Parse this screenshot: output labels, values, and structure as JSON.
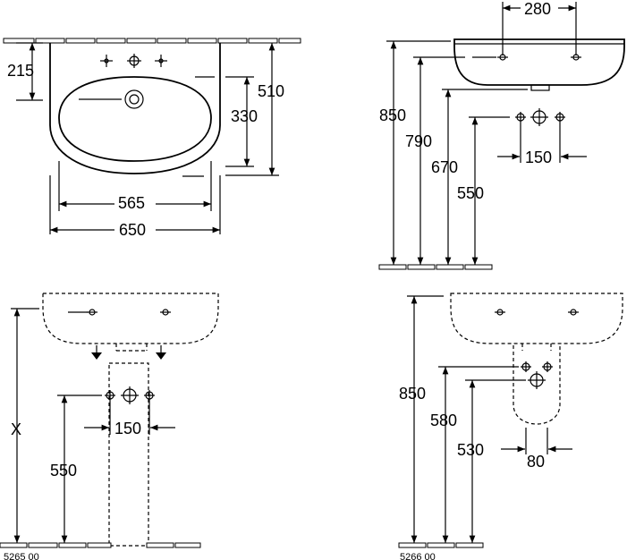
{
  "views": {
    "top_front": {
      "dims": {
        "d215": "215",
        "d510": "510",
        "d330": "330",
        "d565": "565",
        "d650": "650"
      }
    },
    "top_side": {
      "dims": {
        "d280": "280",
        "d850": "850",
        "d790": "790",
        "d670": "670",
        "d550": "550",
        "d150": "150"
      }
    },
    "bottom_pedestal": {
      "dims": {
        "dX": "X",
        "d550": "550",
        "d150": "150"
      },
      "code": "5265 00"
    },
    "bottom_semi": {
      "dims": {
        "d850": "850",
        "d580": "580",
        "d530": "530",
        "d80": "80"
      },
      "code": "5266 00"
    }
  }
}
